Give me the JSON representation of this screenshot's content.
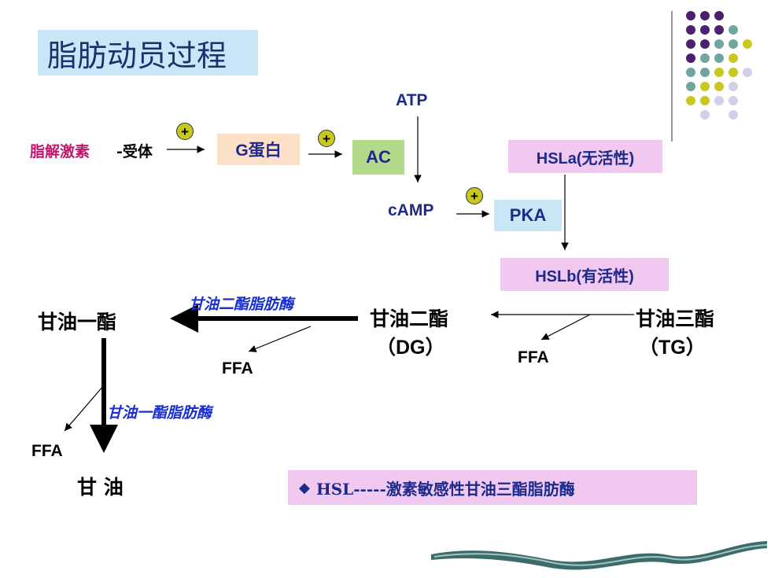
{
  "title": "脂肪动员过程",
  "colors": {
    "title_bg": "#c9e6f7",
    "title_text": "#1e2f6e",
    "hormone": "#c0166e",
    "navy_text": "#1c2a8c",
    "g_protein_bg": "#fce0c8",
    "ac_bg": "#b3d98a",
    "pka_bg": "#c9e6f7",
    "hsl_bg": "#f0c8f0",
    "plus_bg": "#c8c820",
    "enzyme_text": "#1a2fd0",
    "dot_purple": "#4b2070",
    "dot_teal": "#6fa6a0",
    "dot_yellow": "#c8c820",
    "dot_lilac": "#d0d0e8"
  },
  "nodes": {
    "hormone": "脂解激素",
    "receptor": "-受体",
    "g_protein": "G蛋白",
    "ac": "AC",
    "atp": "ATP",
    "camp": "cAMP",
    "pka": "PKA",
    "hsla": "HSLa(无活性)",
    "hslb": "HSLb(有活性)",
    "tg": "甘油三酯",
    "tg_abbr": "（TG）",
    "dg": "甘油二酯",
    "dg_abbr": "（DG）",
    "mg": "甘油一酯",
    "glycerol": "甘 油",
    "ffa1": "FFA",
    "ffa2": "FFA",
    "ffa3": "FFA"
  },
  "plus_sign": "+",
  "enzymes": {
    "dg_lipase": "甘油二酯脂肪酶",
    "mg_lipase": "甘油一酯脂肪酶"
  },
  "note": {
    "bullet": "◆",
    "text": "HSL-----激素敏感性甘油三酯脂肪酶"
  },
  "decoration": {
    "dots": [
      [
        "purple",
        "purple",
        "purple",
        null
      ],
      [
        "purple",
        "purple",
        "purple",
        "teal"
      ],
      [
        "purple",
        "purple",
        "teal",
        "teal",
        "yellow"
      ],
      [
        "purple",
        "teal",
        "teal",
        "yellow"
      ],
      [
        "teal",
        "teal",
        "yellow",
        "yellow",
        "lilac"
      ],
      [
        "teal",
        "yellow",
        "yellow",
        "lilac"
      ],
      [
        "yellow",
        "yellow",
        "lilac",
        "lilac"
      ],
      [
        null,
        "lilac",
        null,
        "lilac"
      ]
    ]
  }
}
